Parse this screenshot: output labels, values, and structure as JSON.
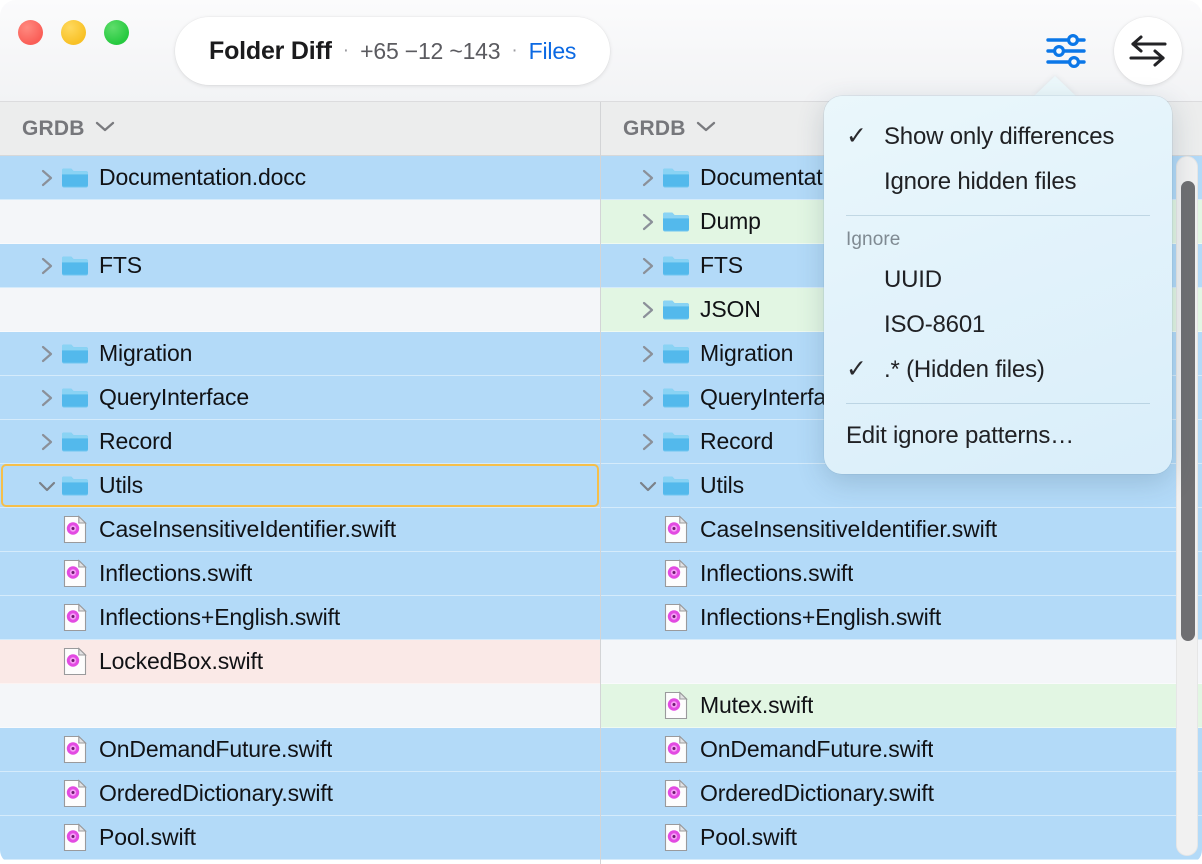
{
  "window": {
    "traffic_lights": [
      "close",
      "minimize",
      "zoom"
    ]
  },
  "titlebar": {
    "doc_title": "Folder Diff",
    "separator": "·",
    "stats": "+65 −12 ~143",
    "files_link": "Files",
    "filter_icon": "sliders-icon",
    "swap_icon": "swap-arrows-icon",
    "accent_blue": "#0b69e3",
    "added_count": 65,
    "deleted_count": 12,
    "modified_count": 143
  },
  "panes": {
    "left": {
      "header_title": "GRDB",
      "header_chevron": "chevron-down-icon",
      "rows": [
        {
          "label": "Documentation.docc",
          "kind": "folder",
          "state": "modified",
          "disclosure": "collapsed",
          "selected": false
        },
        {
          "label": "",
          "kind": "none",
          "state": "empty",
          "disclosure": "none",
          "selected": false
        },
        {
          "label": "FTS",
          "kind": "folder",
          "state": "modified",
          "disclosure": "collapsed",
          "selected": false
        },
        {
          "label": "",
          "kind": "none",
          "state": "empty",
          "disclosure": "none",
          "selected": false
        },
        {
          "label": "Migration",
          "kind": "folder",
          "state": "modified",
          "disclosure": "collapsed",
          "selected": false
        },
        {
          "label": "QueryInterface",
          "kind": "folder",
          "state": "modified",
          "disclosure": "collapsed",
          "selected": false
        },
        {
          "label": "Record",
          "kind": "folder",
          "state": "modified",
          "disclosure": "collapsed",
          "selected": false
        },
        {
          "label": "Utils",
          "kind": "folder",
          "state": "modified",
          "disclosure": "expanded",
          "selected": true
        },
        {
          "label": "CaseInsensitiveIdentifier.swift",
          "kind": "swift",
          "state": "modified",
          "disclosure": "none",
          "selected": false
        },
        {
          "label": "Inflections.swift",
          "kind": "swift",
          "state": "modified",
          "disclosure": "none",
          "selected": false
        },
        {
          "label": "Inflections+English.swift",
          "kind": "swift",
          "state": "modified",
          "disclosure": "none",
          "selected": false
        },
        {
          "label": "LockedBox.swift",
          "kind": "swift",
          "state": "deleted",
          "disclosure": "none",
          "selected": false
        },
        {
          "label": "",
          "kind": "none",
          "state": "empty",
          "disclosure": "none",
          "selected": false
        },
        {
          "label": "OnDemandFuture.swift",
          "kind": "swift",
          "state": "modified",
          "disclosure": "none",
          "selected": false
        },
        {
          "label": "OrderedDictionary.swift",
          "kind": "swift",
          "state": "modified",
          "disclosure": "none",
          "selected": false
        },
        {
          "label": "Pool.swift",
          "kind": "swift",
          "state": "modified",
          "disclosure": "none",
          "selected": false
        }
      ]
    },
    "right": {
      "header_title": "GRDB",
      "header_chevron": "chevron-down-icon",
      "rows": [
        {
          "label": "Documentation.docc",
          "kind": "folder",
          "state": "modified",
          "disclosure": "collapsed",
          "selected": false
        },
        {
          "label": "Dump",
          "kind": "folder",
          "state": "added",
          "disclosure": "collapsed",
          "selected": false
        },
        {
          "label": "FTS",
          "kind": "folder",
          "state": "modified",
          "disclosure": "collapsed",
          "selected": false
        },
        {
          "label": "JSON",
          "kind": "folder",
          "state": "added",
          "disclosure": "collapsed",
          "selected": false
        },
        {
          "label": "Migration",
          "kind": "folder",
          "state": "modified",
          "disclosure": "collapsed",
          "selected": false
        },
        {
          "label": "QueryInterface",
          "kind": "folder",
          "state": "modified",
          "disclosure": "collapsed",
          "selected": false
        },
        {
          "label": "Record",
          "kind": "folder",
          "state": "modified",
          "disclosure": "collapsed",
          "selected": false
        },
        {
          "label": "Utils",
          "kind": "folder",
          "state": "modified",
          "disclosure": "expanded",
          "selected": false
        },
        {
          "label": "CaseInsensitiveIdentifier.swift",
          "kind": "swift",
          "state": "modified",
          "disclosure": "none",
          "selected": false
        },
        {
          "label": "Inflections.swift",
          "kind": "swift",
          "state": "modified",
          "disclosure": "none",
          "selected": false
        },
        {
          "label": "Inflections+English.swift",
          "kind": "swift",
          "state": "modified",
          "disclosure": "none",
          "selected": false
        },
        {
          "label": "",
          "kind": "none",
          "state": "empty",
          "disclosure": "none",
          "selected": false
        },
        {
          "label": "Mutex.swift",
          "kind": "swift",
          "state": "added",
          "disclosure": "none",
          "selected": false
        },
        {
          "label": "OnDemandFuture.swift",
          "kind": "swift",
          "state": "modified",
          "disclosure": "none",
          "selected": false
        },
        {
          "label": "OrderedDictionary.swift",
          "kind": "swift",
          "state": "modified",
          "disclosure": "none",
          "selected": false
        },
        {
          "label": "Pool.swift",
          "kind": "swift",
          "state": "modified",
          "disclosure": "none",
          "selected": false
        }
      ]
    }
  },
  "popover": {
    "items_top": [
      {
        "label": "Show only differences",
        "checked": true
      },
      {
        "label": "Ignore hidden files",
        "checked": false
      }
    ],
    "section_title": "Ignore",
    "items_ignore": [
      {
        "label": "UUID",
        "checked": false
      },
      {
        "label": "ISO-8601",
        "checked": false
      },
      {
        "label": ".* (Hidden files)",
        "checked": true
      }
    ],
    "footer_item": "Edit ignore patterns…",
    "checkmark_glyph": "✓"
  },
  "colors": {
    "modified": "#b3daf8",
    "added": "#e2f6e3",
    "deleted": "#fae9e7",
    "empty": "#f4f6f9",
    "selection_border": "#f5bf4b",
    "link": "#0b69e3"
  },
  "scrollbar": {
    "orientation": "vertical",
    "thumb_position_pct": 5,
    "thumb_size_pct": 66
  }
}
